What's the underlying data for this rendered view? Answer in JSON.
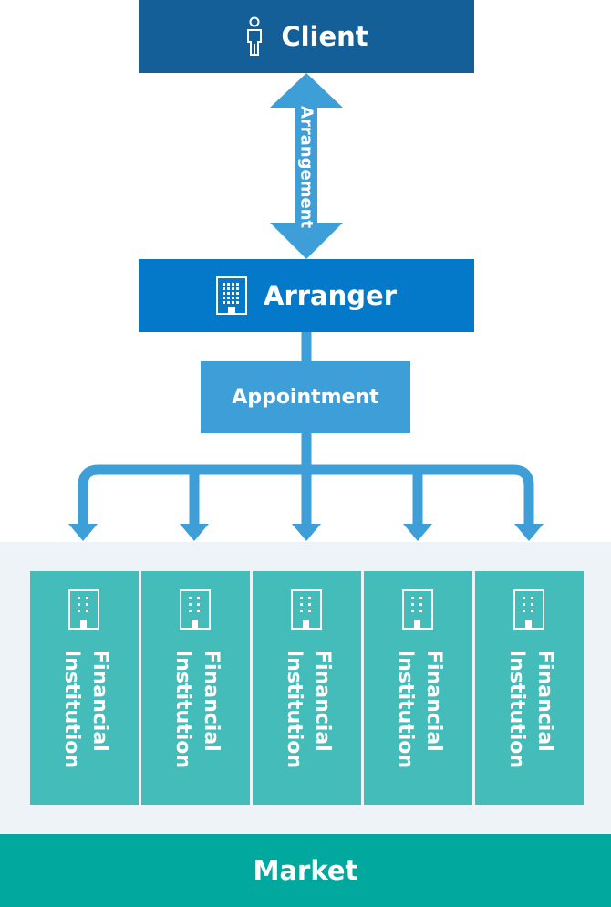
{
  "client": {
    "label": "Client",
    "icon": "person-icon"
  },
  "arrangement": {
    "label": "Arrangement"
  },
  "arranger": {
    "label": "Arranger",
    "icon": "building-icon"
  },
  "appointment": {
    "label": "Appointment"
  },
  "institutions": [
    {
      "label": "Financial\nInstitution",
      "icon": "building-icon"
    },
    {
      "label": "Financial\nInstitution",
      "icon": "building-icon"
    },
    {
      "label": "Financial\nInstitution",
      "icon": "building-icon"
    },
    {
      "label": "Financial\nInstitution",
      "icon": "building-icon"
    },
    {
      "label": "Financial\nInstitution",
      "icon": "building-icon"
    }
  ],
  "market": {
    "label": "Market"
  },
  "colors": {
    "client": "#155f99",
    "arranger": "#0478c9",
    "appointment": "#3d9ed8",
    "arrow": "#3d9ed8",
    "institution": "#43bcba",
    "panel": "#eef3f7",
    "market": "#00a89d"
  }
}
